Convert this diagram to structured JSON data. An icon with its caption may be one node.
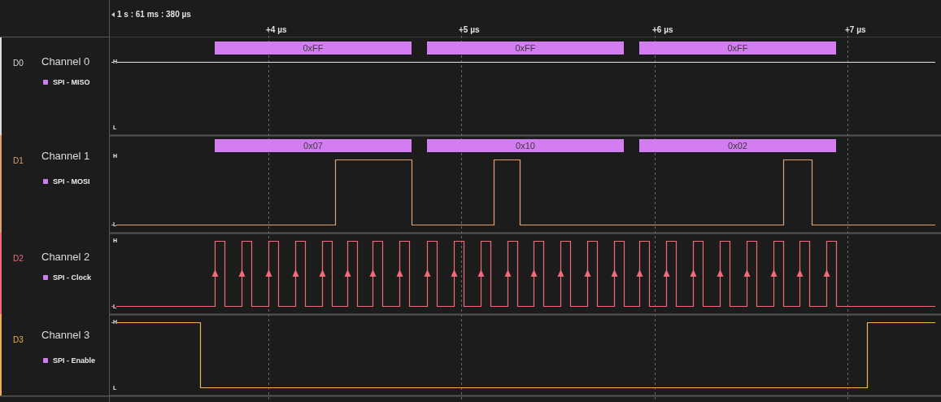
{
  "diagram": {
    "nodes": [
      {
        "text": [
          "D0",
          "Channel 0",
          "SPI - MISO"
        ]
      },
      {
        "text": [
          "D1",
          "Channel 1",
          "SPI - MOSI"
        ]
      },
      {
        "text": [
          "D2",
          "Channel 2",
          "SPI - Clock"
        ]
      },
      {
        "text": [
          "D3",
          "Channel 3",
          "SPI - Enable"
        ]
      },
      {
        "text": [
          "0xFF"
        ]
      },
      {
        "text": [
          "0xFF"
        ]
      },
      {
        "text": [
          "0xFF"
        ]
      },
      {
        "text": [
          "0x07"
        ]
      },
      {
        "text": [
          "0x10"
        ]
      },
      {
        "text": [
          "0x02"
        ]
      }
    ],
    "labels": [
      "1 s : 61 ms : 380 µs",
      "+4 µs",
      "+5 µs",
      "+6 µs",
      "+7 µs",
      "H",
      "L",
      "H",
      "L",
      "H",
      "L",
      "H",
      "L"
    ]
  }
}
